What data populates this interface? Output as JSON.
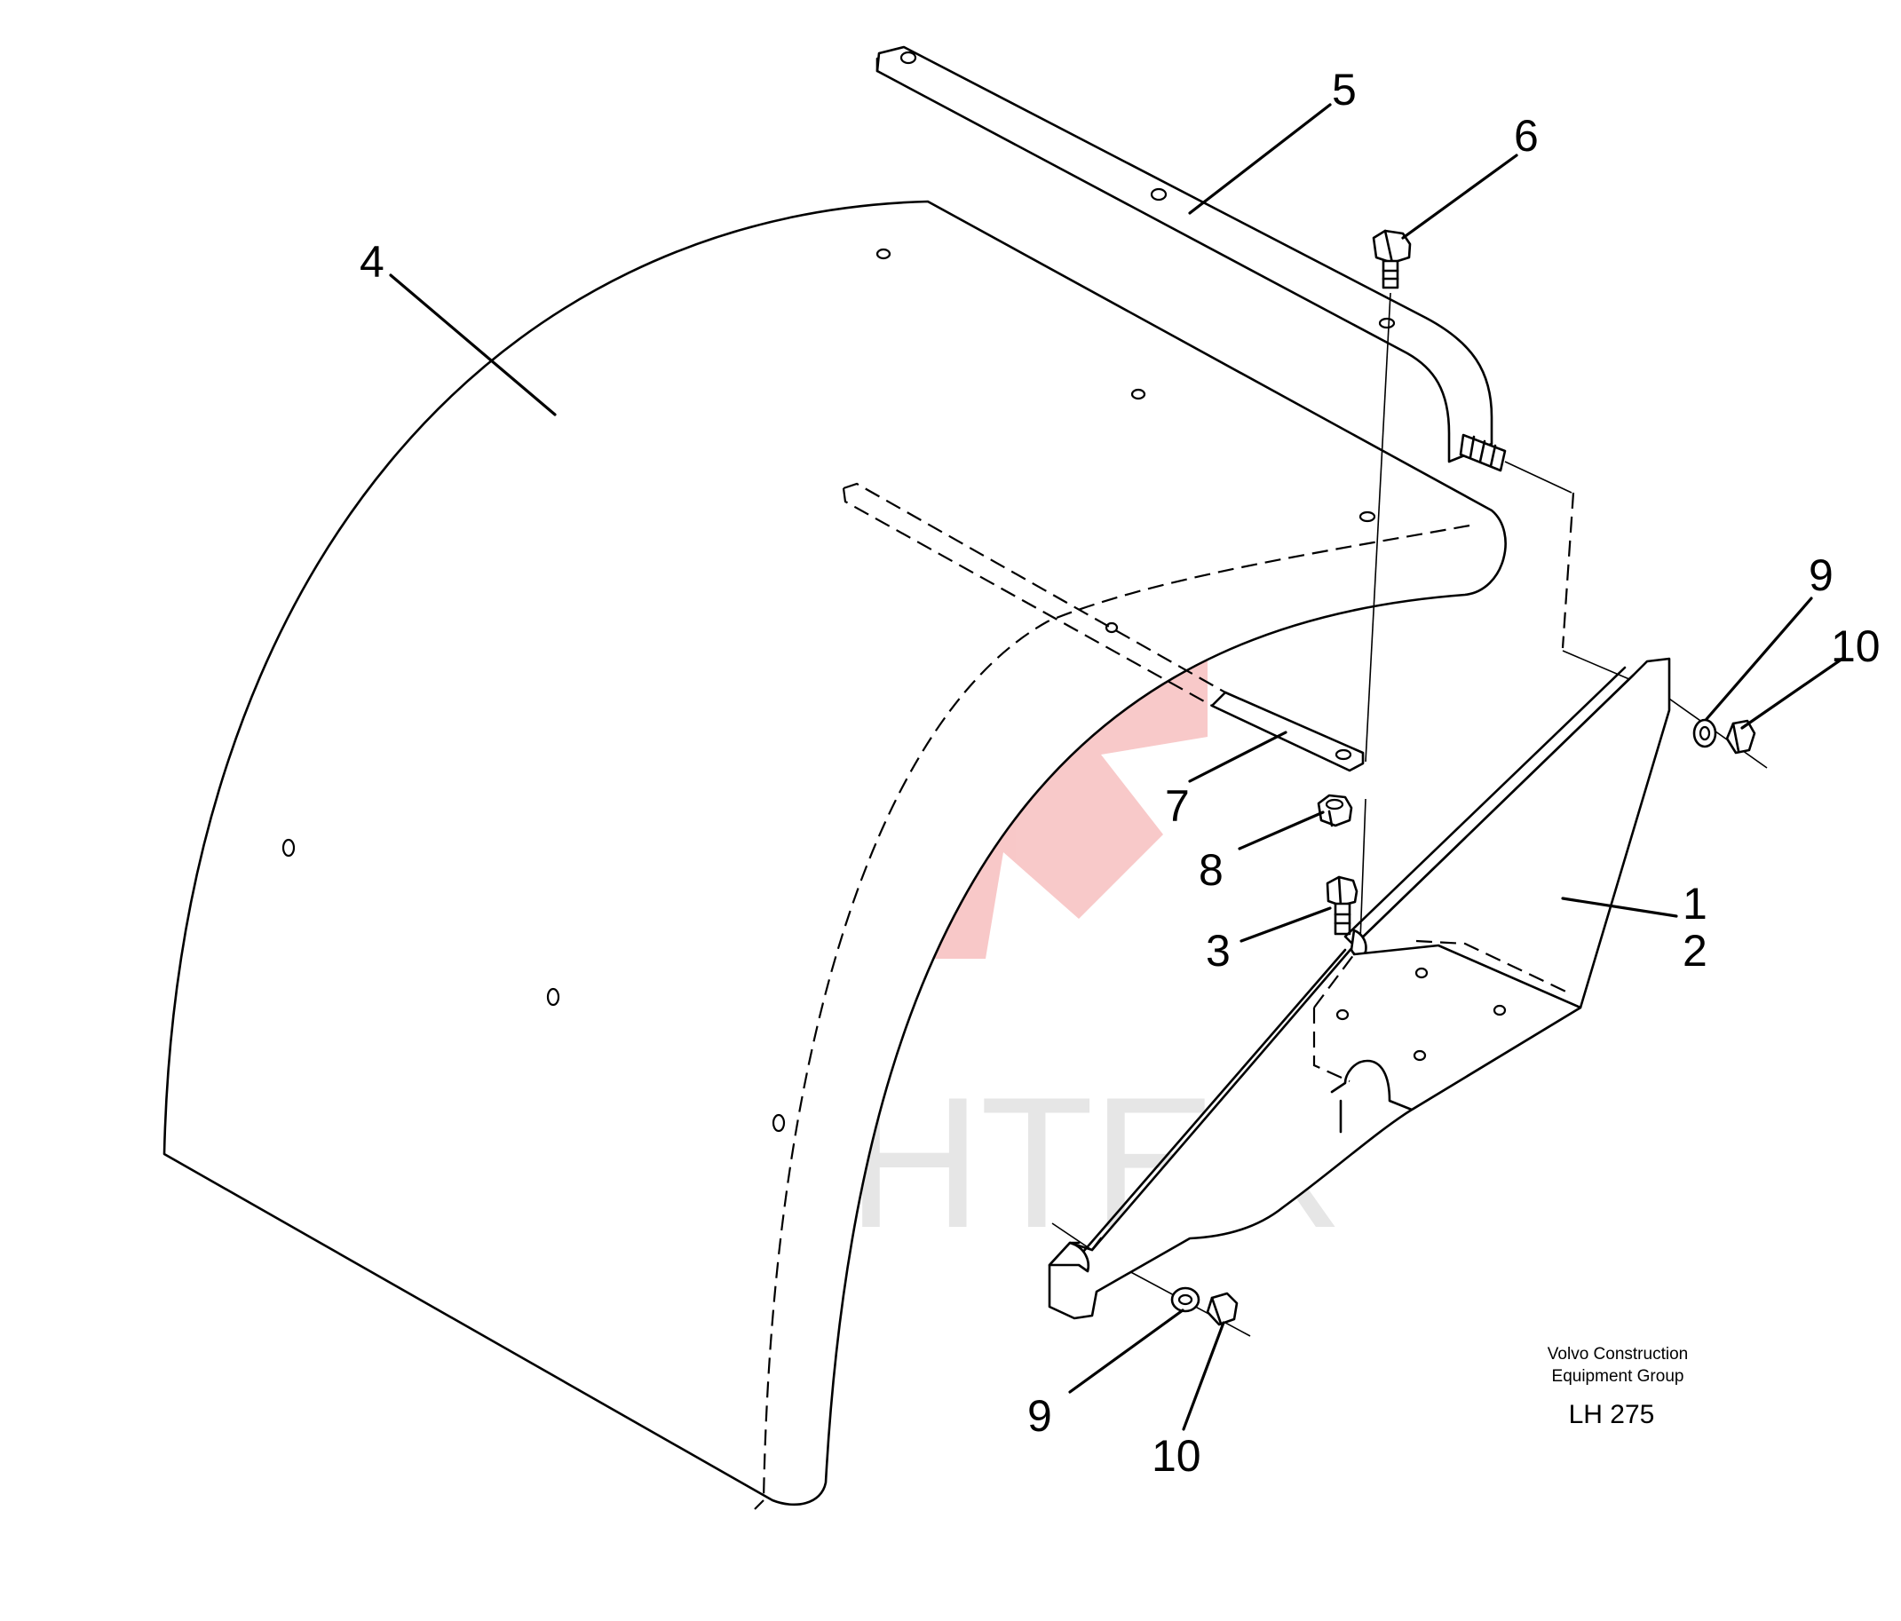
{
  "watermark": {
    "text": "ИНТЕХ",
    "color": "#f8c6c6"
  },
  "callouts": {
    "part_1": "1",
    "part_2": "2",
    "part_3": "3",
    "part_4": "4",
    "part_5": "5",
    "part_6": "6",
    "part_7": "7",
    "part_8": "8",
    "part_9_right": "9",
    "part_10_right": "10",
    "part_9_bottom": "9",
    "part_10_bottom": "10"
  },
  "caption": {
    "line1": "Volvo Construction",
    "line2": "Equipment Group",
    "code": "LH 275"
  }
}
